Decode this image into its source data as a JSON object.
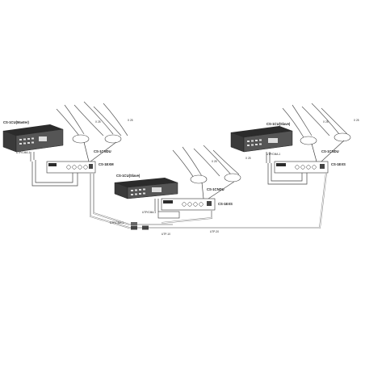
{
  "units": [
    {
      "cu_label": "CS-1CU(Master)",
      "extender_label": "CS-1EXM",
      "utp_label": "UTP/CMA-1",
      "wired_label": "CS-1CNDU",
      "count_label": "X 25"
    },
    {
      "cu_label": "CS-1CU(Slave)",
      "extender_label": "CS-1EXS",
      "utp_label": "UTP/CMA-1",
      "wired_label": "CS-1CNDU",
      "count_label": "X 25"
    },
    {
      "cu_label": "CS-1CU(Slave)",
      "extender_label": "CS-1EXS",
      "utp_label": "UTP/CMA-1",
      "wired_label": "CS-1CNDU",
      "count_label": "X 25"
    }
  ],
  "links": {
    "link_a": "UTP/CMA-1",
    "link_b": "UTP-10",
    "link_c": "UTP-20"
  },
  "colors": {
    "line": "#444444",
    "device": "#2b2b2b",
    "background": "#ffffff"
  }
}
